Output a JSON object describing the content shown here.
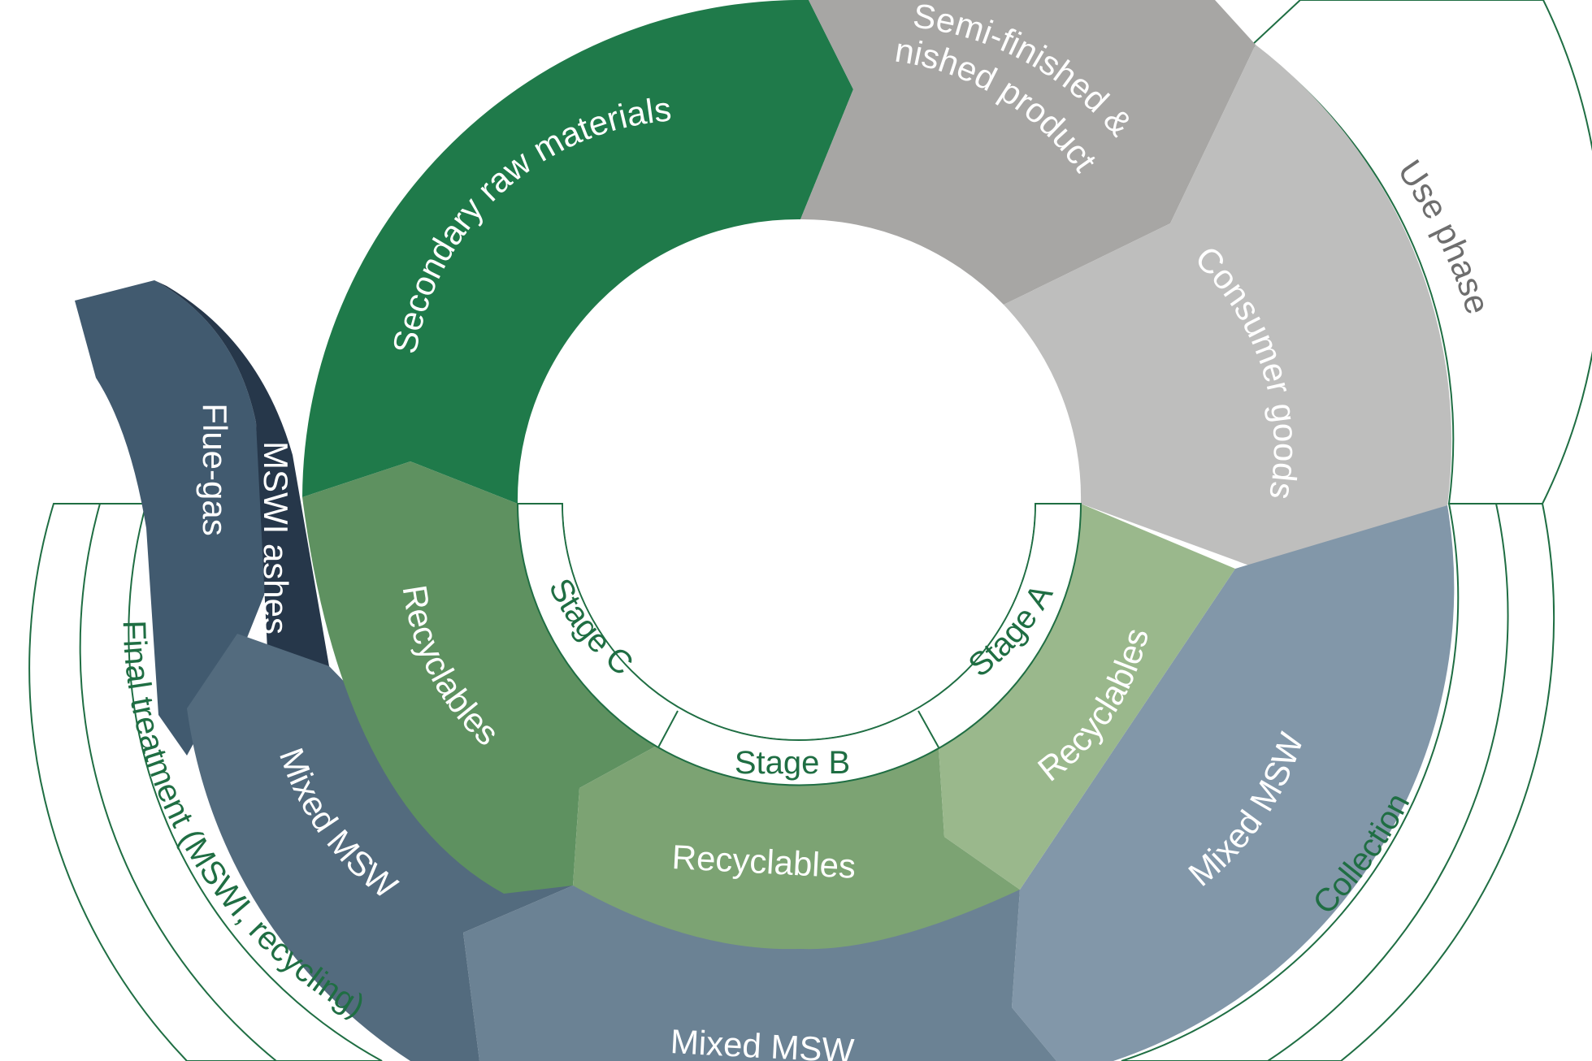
{
  "colors": {
    "secondary_raw_materials": "#1f7a4a",
    "semi_finished": "#a7a6a4",
    "consumer_goods": "#bebebd",
    "recyclables_stage_a": "#9ab88c",
    "recyclables_stage_b": "#7ca373",
    "recyclables_stage_c": "#5e9160",
    "mixed_msw_collection": "#8297a9",
    "mixed_msw_bottom": "#6b8294",
    "mixed_msw_final": "#536b7e",
    "flue_gas": "#415a6f",
    "mswi_ashes": "#26374a",
    "frame_line": "#1f6e43"
  },
  "segments": {
    "secondary_raw_materials": "Secondary raw materials",
    "semi_finished_line1": "Semi-finished &",
    "semi_finished_line2": "finished products",
    "consumer_goods": "Consumer goods",
    "recyclables_a": "Recyclables",
    "recyclables_b": "Recyclables",
    "recyclables_c": "Recyclables",
    "mixed_msw_collection": "Mixed MSW",
    "mixed_msw_bottom": "Mixed MSW",
    "mixed_msw_final": "Mixed MSW",
    "flue_gas": "Flue-gas",
    "mswi_ashes": "MSWI ashes"
  },
  "stages": {
    "a": "Stage A",
    "b": "Stage B",
    "c": "Stage C"
  },
  "phases": {
    "use_phase": "Use phase",
    "collection": "Collection",
    "final_treatment": "Final treatment (MSWI, recycling)"
  }
}
